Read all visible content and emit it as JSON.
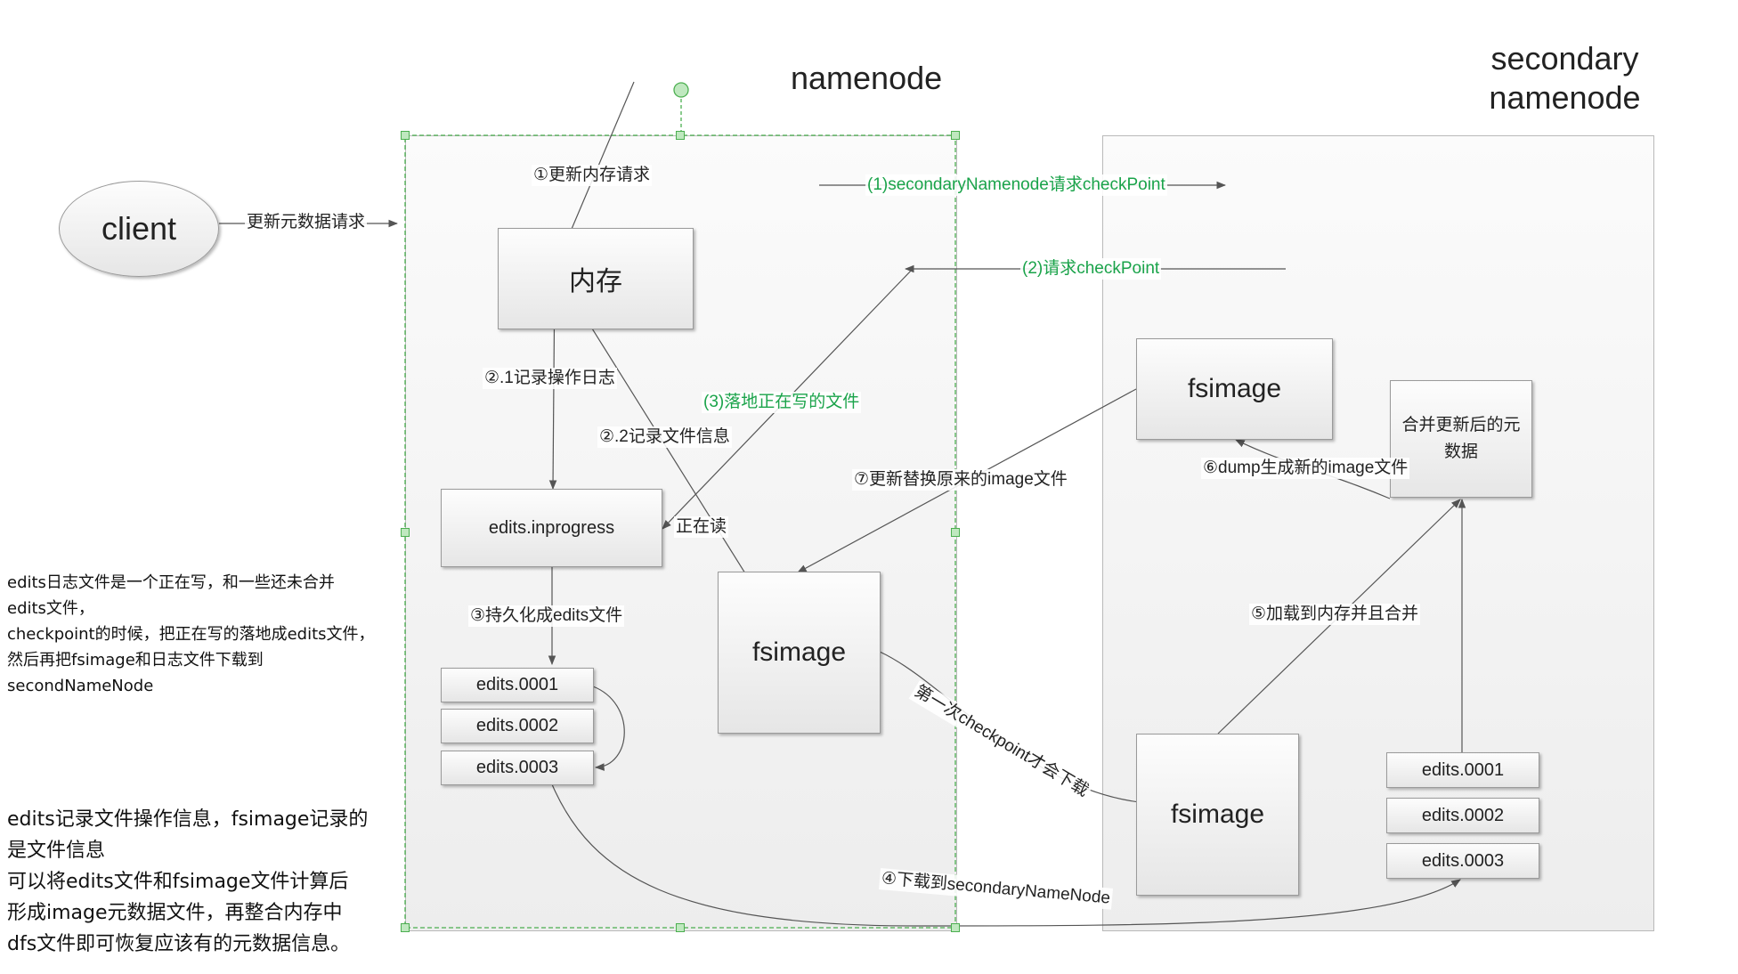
{
  "titles": {
    "namenode": "namenode",
    "secondary_line1": "secondary",
    "secondary_line2": "namenode"
  },
  "nodes": {
    "client": "client",
    "memory": "内存",
    "edits_inprogress": "edits.inprogress",
    "fsimage_nn": "fsimage",
    "edits_nn": [
      "edits.0001",
      "edits.0002",
      "edits.0003"
    ],
    "fsimage_sn_top": "fsimage",
    "merged": "合并更新后的元数据",
    "fsimage_sn_bottom": "fsimage",
    "edits_sn": [
      "edits.0001",
      "edits.0002",
      "edits.0003"
    ]
  },
  "labels": {
    "client_request": "更新元数据请求",
    "update_memory": "①更新内存请求",
    "log_op": "②.1记录操作日志",
    "log_file": "②.2记录文件信息",
    "reading": "正在读",
    "persist": "③持久化成edits文件",
    "replace_image": "⑦更新替换原来的image文件",
    "first_checkpoint": "第一次checkpoint才会下载",
    "download": "④下载到secondaryNameNode",
    "load_merge": "⑤加载到内存并且合并",
    "dump_image": "⑥dump生成新的image文件"
  },
  "green_labels": {
    "req_checkpoint": "(1)secondaryNamenode请求checkPoint",
    "ask_checkpoint": "(2)请求checkPoint",
    "flush_file": "(3)落地正在写的文件"
  },
  "notes": {
    "left_top": [
      "edits日志文件是一个正在写，和一些还未合并",
      "edits文件，",
      "checkpoint的时候，把正在写的落地成edits文件，",
      "然后再把fsimage和日志文件下载到",
      "secondNameNode"
    ],
    "left_bottom": [
      "edits记录文件操作信息，fsimage记录的",
      "是文件信息",
      "可以将edits文件和fsimage文件计算后",
      "形成image元数据文件，再整合内存中",
      "dfs文件即可恢复应该有的元数据信息。"
    ]
  },
  "colors": {
    "green_text": "#1aa34a",
    "selection": "#4caf50",
    "arrow": "#555555"
  }
}
